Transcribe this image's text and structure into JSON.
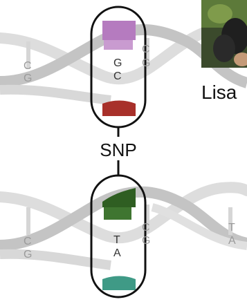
{
  "colors": {
    "strand_back": "#dadada",
    "strand_front": "#c2c2c2",
    "purple": "#b57bbf",
    "red": "#a8302a",
    "dark_green": "#2f5e22",
    "teal": "#3f9a86"
  },
  "top_helix": {
    "left_pair": [
      "C",
      "G"
    ],
    "center_pair": [
      "G",
      "C"
    ],
    "right_pair": [
      "C",
      "G"
    ]
  },
  "bottom_helix": {
    "left_pair": [
      "C",
      "G"
    ],
    "center_pair": [
      "T",
      "A"
    ],
    "right_pair": [
      "C",
      "G"
    ],
    "far_right_pair": [
      "T",
      "A"
    ]
  },
  "snp_label": "SNP",
  "person": {
    "name": "Lisa",
    "photo_icon": "person-photo"
  }
}
